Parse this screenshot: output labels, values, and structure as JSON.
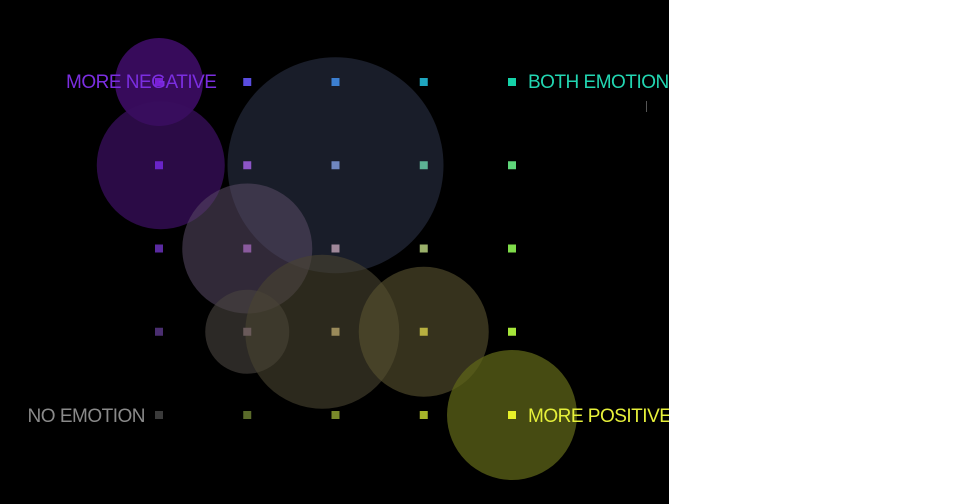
{
  "chart_data": {
    "type": "scatter",
    "description_labels": {
      "top_left": "MORE NEGATIVE",
      "top_right": "BOTH EMOTIONS",
      "bottom_left": "NO EMOTION",
      "bottom_right": "MORE POSITIVE"
    },
    "colors": {
      "top_left": "#7b2ee0",
      "top_right": "#22d6b2",
      "bottom_left": "#8a8a8a",
      "bottom_right": "#e6f03a"
    },
    "grid": {
      "x_levels": [
        0,
        1,
        2,
        3,
        4
      ],
      "y_levels": [
        0,
        1,
        2,
        3,
        4
      ],
      "markers": [
        {
          "x": 0,
          "y": 4,
          "color": "#7a1fd6"
        },
        {
          "x": 1,
          "y": 4,
          "color": "#5a4de0"
        },
        {
          "x": 2,
          "y": 4,
          "color": "#3c7fd0"
        },
        {
          "x": 3,
          "y": 4,
          "color": "#1fa6bf"
        },
        {
          "x": 4,
          "y": 4,
          "color": "#15d2a8"
        },
        {
          "x": 0,
          "y": 3,
          "color": "#6a24c8"
        },
        {
          "x": 1,
          "y": 3,
          "color": "#8c55c6"
        },
        {
          "x": 2,
          "y": 3,
          "color": "#6f86bf"
        },
        {
          "x": 3,
          "y": 3,
          "color": "#5cb394"
        },
        {
          "x": 4,
          "y": 3,
          "color": "#5fd67a"
        },
        {
          "x": 0,
          "y": 2,
          "color": "#5a2aa0"
        },
        {
          "x": 1,
          "y": 2,
          "color": "#8a5a9e"
        },
        {
          "x": 2,
          "y": 2,
          "color": "#a0889a"
        },
        {
          "x": 3,
          "y": 2,
          "color": "#9ab06a"
        },
        {
          "x": 4,
          "y": 2,
          "color": "#7fdc4a"
        },
        {
          "x": 0,
          "y": 1,
          "color": "#4a2e70"
        },
        {
          "x": 1,
          "y": 1,
          "color": "#6a5a5a"
        },
        {
          "x": 2,
          "y": 1,
          "color": "#9a8a5a"
        },
        {
          "x": 3,
          "y": 1,
          "color": "#b8b040"
        },
        {
          "x": 4,
          "y": 1,
          "color": "#a6e63a"
        },
        {
          "x": 0,
          "y": 0,
          "color": "#3a3a3a"
        },
        {
          "x": 1,
          "y": 0,
          "color": "#5a6a2a"
        },
        {
          "x": 2,
          "y": 0,
          "color": "#7a8a2a"
        },
        {
          "x": 3,
          "y": 0,
          "color": "#a6b42a"
        },
        {
          "x": 4,
          "y": 0,
          "color": "#e6f02a"
        }
      ]
    },
    "bubbles": [
      {
        "x": 0.0,
        "y": 4.0,
        "size": 44,
        "color": "#4a0f7a",
        "opacity": 0.75
      },
      {
        "x": 0.02,
        "y": 3.0,
        "size": 64,
        "color": "#3a0f5e",
        "opacity": 0.75
      },
      {
        "x": 2.0,
        "y": 3.0,
        "size": 108,
        "color": "#2a3044",
        "opacity": 0.6
      },
      {
        "x": 1.0,
        "y": 2.0,
        "size": 65,
        "color": "#5a4a66",
        "opacity": 0.55
      },
      {
        "x": 1.0,
        "y": 1.0,
        "size": 42,
        "color": "#4a4440",
        "opacity": 0.6
      },
      {
        "x": 1.85,
        "y": 1.0,
        "size": 77,
        "color": "#4a4430",
        "opacity": 0.6
      },
      {
        "x": 3.0,
        "y": 1.0,
        "size": 65,
        "color": "#5a5430",
        "opacity": 0.6
      },
      {
        "x": 4.0,
        "y": 0.0,
        "size": 65,
        "color": "#5e6418",
        "opacity": 0.75
      }
    ]
  }
}
